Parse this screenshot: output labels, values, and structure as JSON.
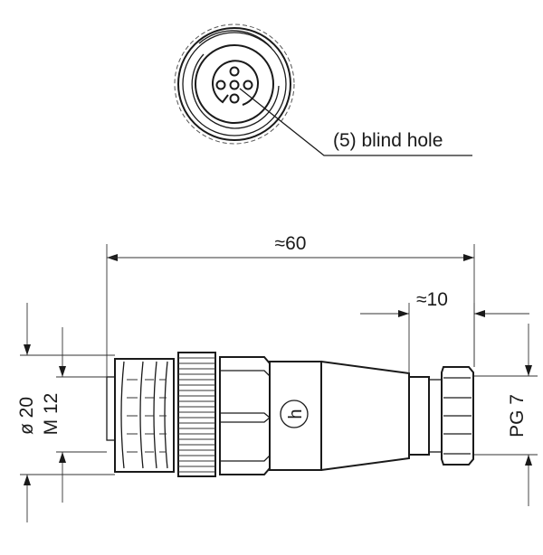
{
  "front_view": {
    "callout": "(5) blind hole"
  },
  "dimensions": {
    "overall_length": "≈60",
    "cable_end_length": "≈10",
    "outer_diameter": "ø 20",
    "thread": "M 12",
    "cable_gland": "PG 7"
  },
  "logo_symbol": "h"
}
